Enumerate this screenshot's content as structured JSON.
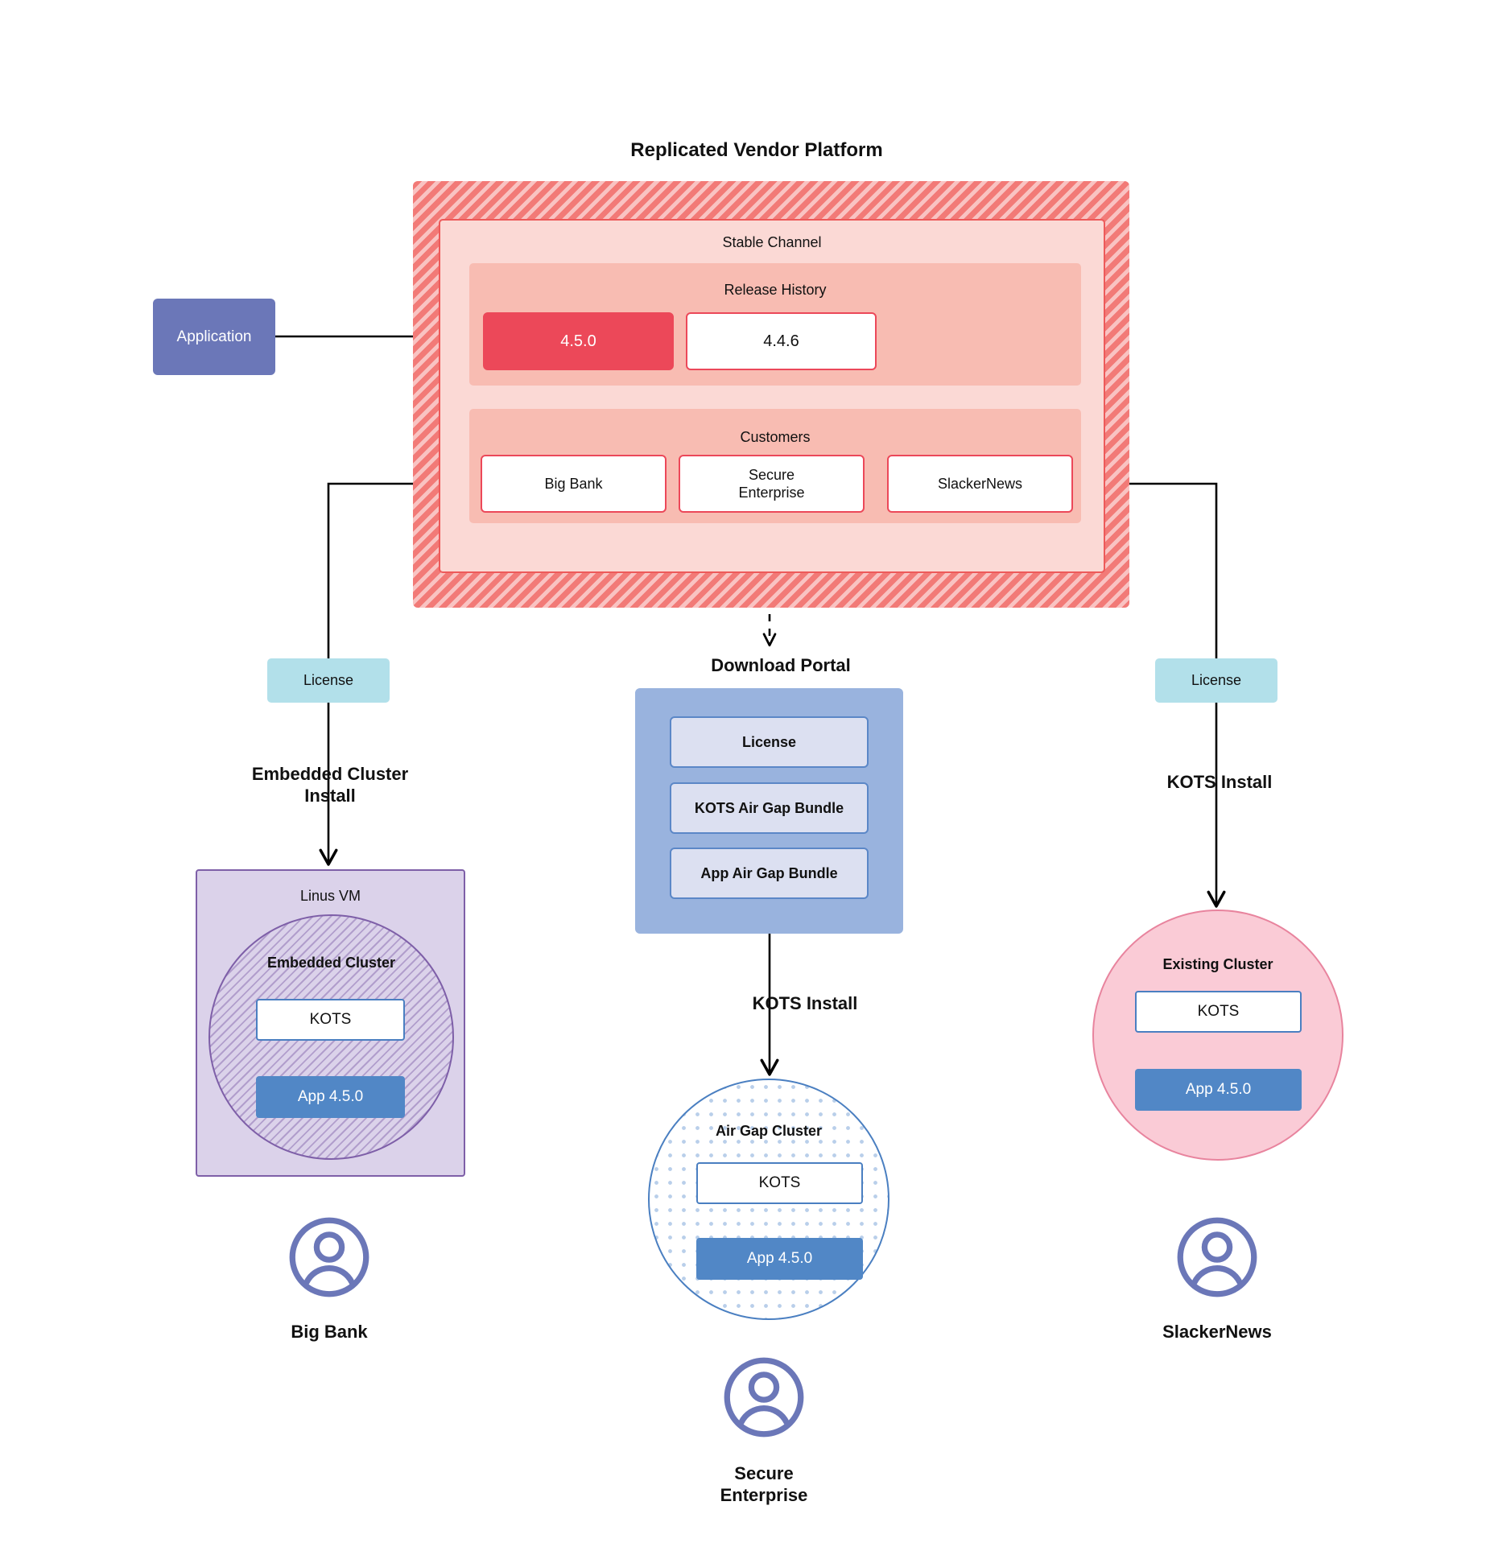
{
  "diagram": {
    "title": "Replicated Vendor Platform"
  },
  "application": {
    "label": "Application"
  },
  "vendor_platform": {
    "title": "Replicated Vendor Platform",
    "channel": {
      "title": "Stable Channel",
      "release_history": {
        "title": "Release History",
        "releases": [
          {
            "version": "4.5.0",
            "state": "current"
          },
          {
            "version": "4.4.6",
            "state": "previous"
          }
        ]
      },
      "customers": {
        "title": "Customers",
        "items": [
          {
            "name": "Big Bank"
          },
          {
            "name": "Secure\nEnterprise"
          },
          {
            "name": "SlackerNews"
          }
        ]
      }
    }
  },
  "licenses": {
    "left_label": "License",
    "right_label": "License"
  },
  "install_labels": {
    "embedded": "Embedded Cluster\nInstall",
    "kots_airgap": "KOTS Install",
    "kots_existing": "KOTS Install"
  },
  "download_portal": {
    "title": "Download  Portal",
    "items": [
      {
        "label": "License"
      },
      {
        "label": "KOTS Air Gap Bundle"
      },
      {
        "label": "App Air Gap Bundle"
      }
    ]
  },
  "clusters": {
    "embedded": {
      "host_label": "Linus VM",
      "cluster_label": "Embedded Cluster",
      "kots_label": "KOTS",
      "app_label": "App 4.5.0"
    },
    "airgap": {
      "cluster_label": "Air Gap Cluster",
      "kots_label": "KOTS",
      "app_label": "App 4.5.0"
    },
    "existing": {
      "cluster_label": "Existing Cluster",
      "kots_label": "KOTS",
      "app_label": "App 4.5.0"
    }
  },
  "end_users": [
    {
      "name": "Big Bank",
      "icon": "user-avatar-icon"
    },
    {
      "name": "Secure\nEnterprise",
      "icon": "user-avatar-icon"
    },
    {
      "name": "SlackerNews",
      "icon": "user-avatar-icon"
    }
  ],
  "colors": {
    "vendor_platform": "#F27A77",
    "channel": "#FBD9D5",
    "section": "#F8BCB2",
    "release_current": "#EC4859",
    "application": "#6B77B8",
    "license": "#B2E0EA",
    "portal": "#99B3DE",
    "portal_item": "#DCE0F1",
    "app": "#5187C6",
    "vm": "#DBD2EA",
    "vm_border": "#7E5FA8",
    "existing_cluster": "#FACBD6",
    "airgap_border": "#4A7FC1",
    "avatar": "#6B77B8"
  }
}
